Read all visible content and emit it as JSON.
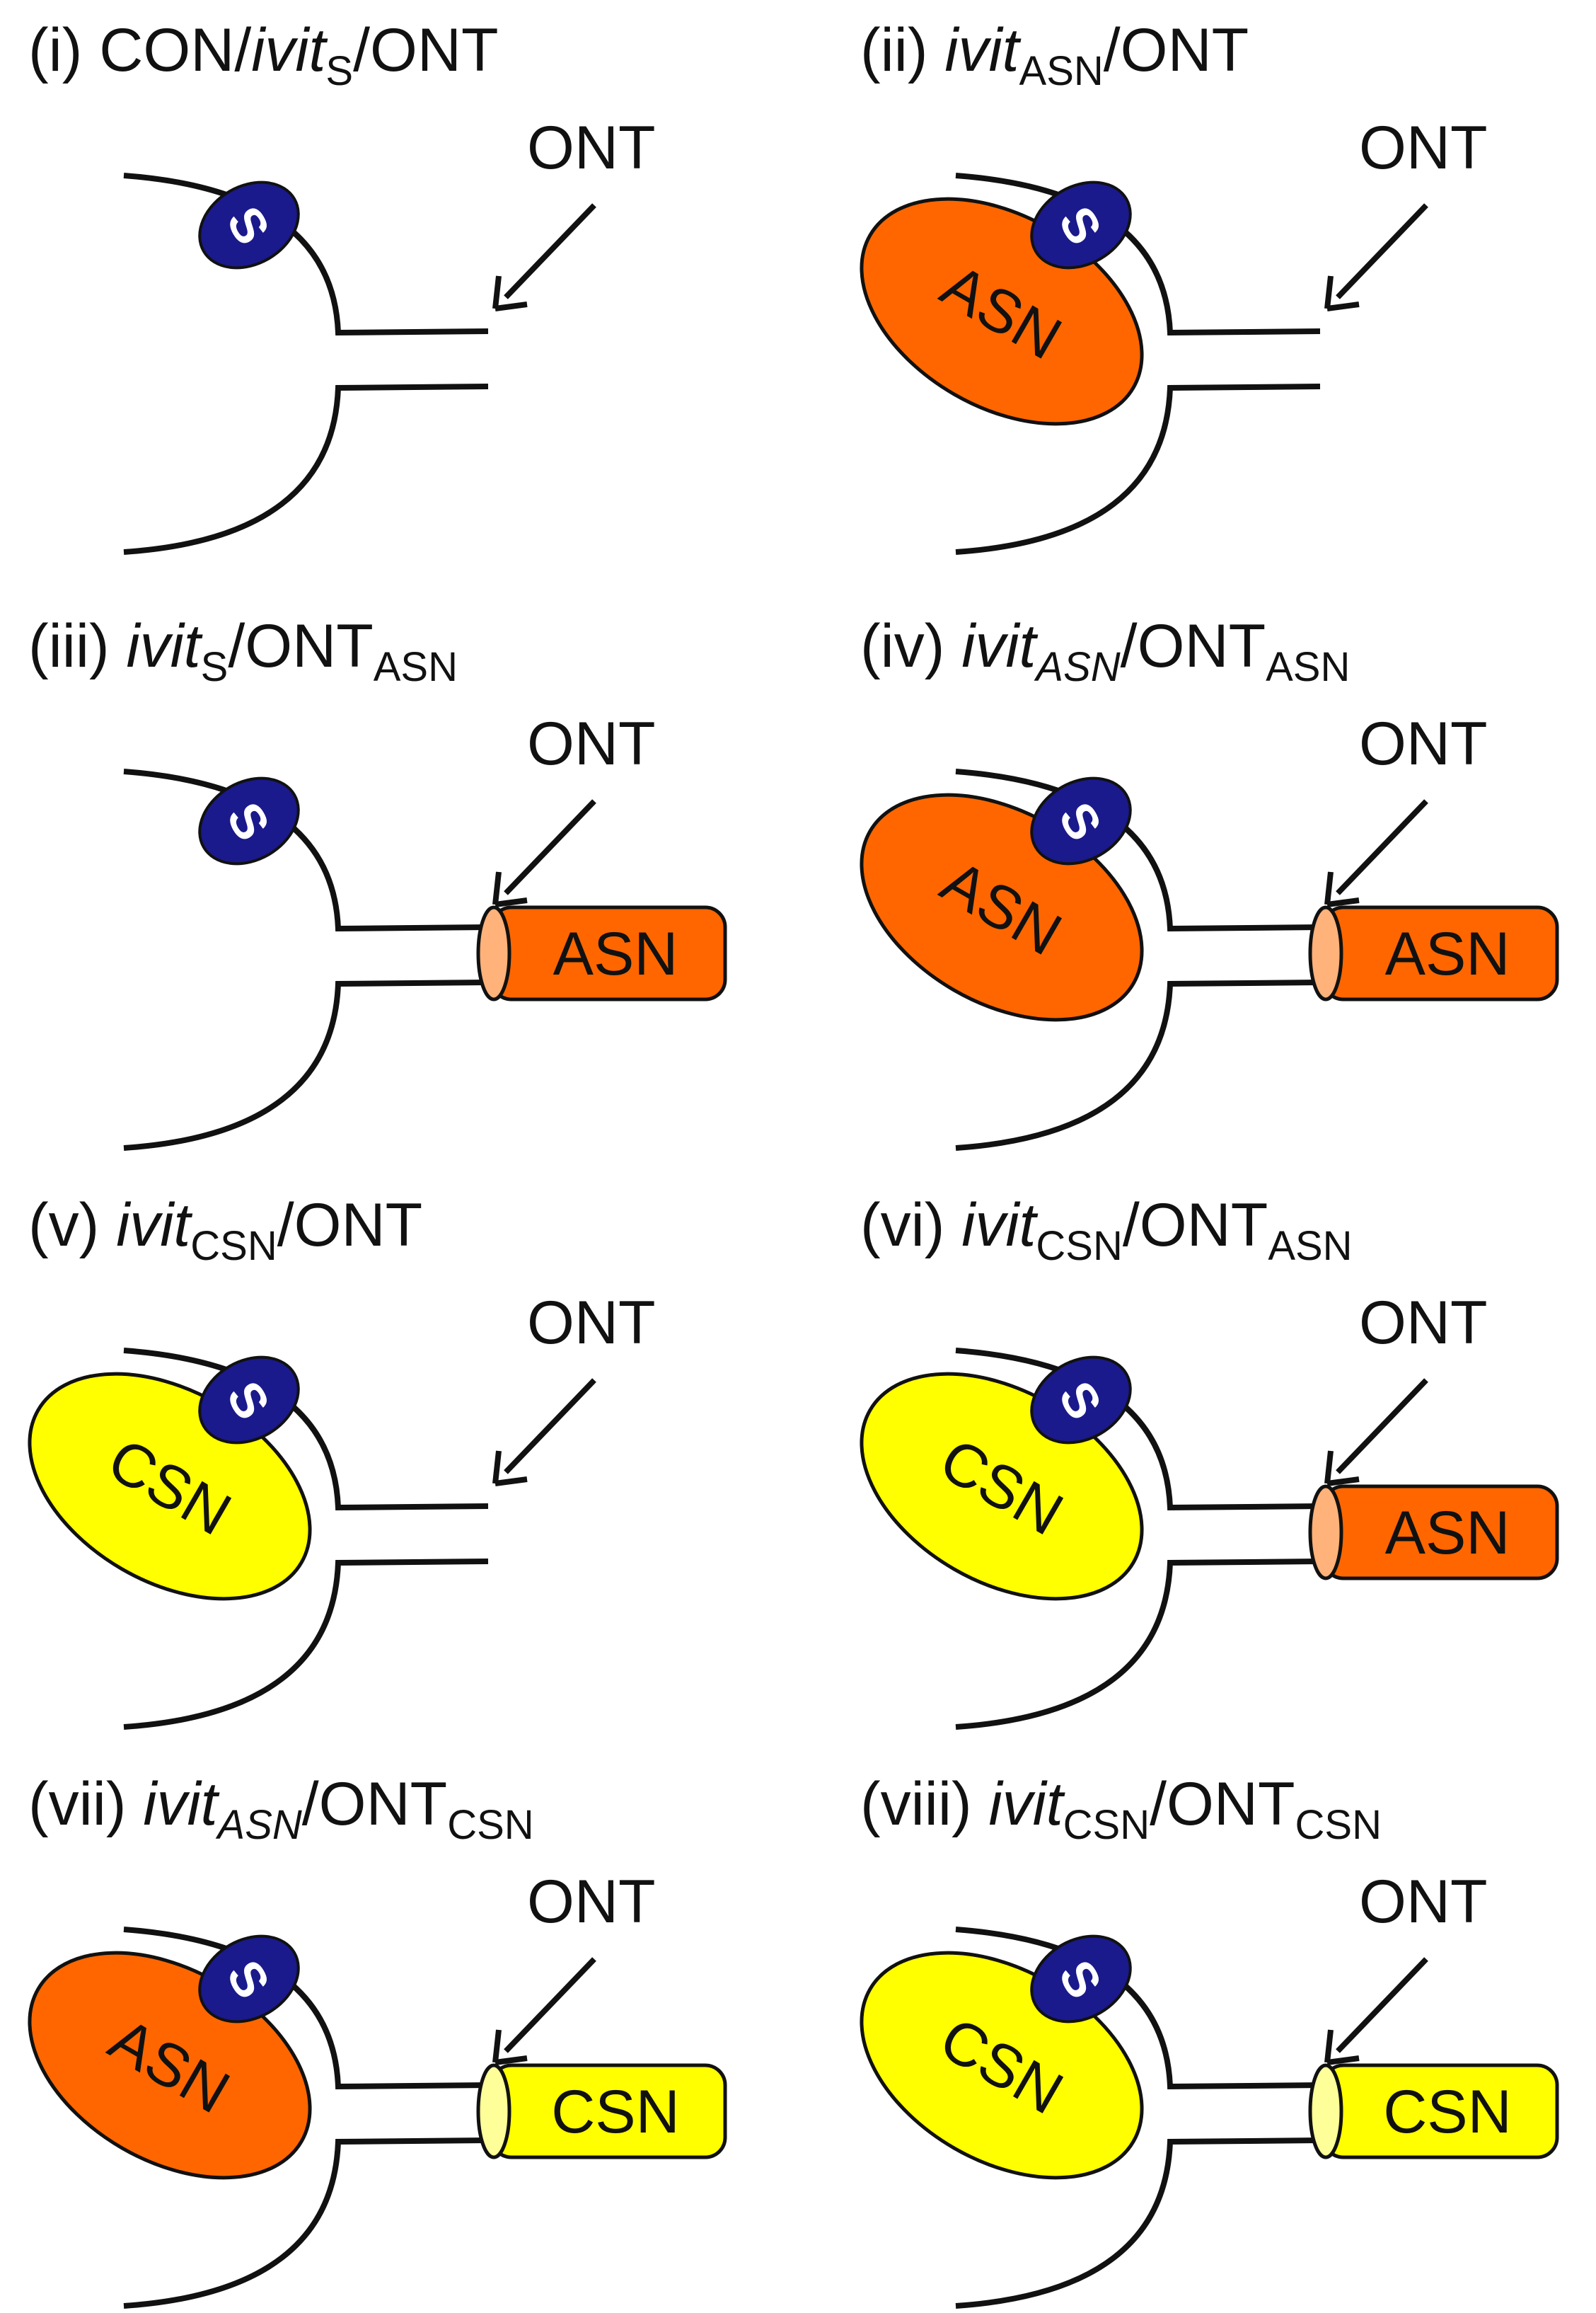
{
  "colors": {
    "orange": "#FF6600",
    "orange_light": "#FFB27A",
    "yellow": "#FFFF00",
    "yellow_light": "#FFFF99",
    "navy": "#1A1A8C",
    "outline": "#111111"
  },
  "arrow_label": "ONT",
  "s_label": "S",
  "panels": [
    {
      "id": "i",
      "numeral": "(i)",
      "prefix": "CON/",
      "italic": "ivit",
      "italic_sub": "",
      "sub": "S",
      "suffix": "/ONT",
      "suffix_sub": "",
      "cell": null,
      "tube": null
    },
    {
      "id": "ii",
      "numeral": "(ii)",
      "prefix": "",
      "italic": "ivit",
      "italic_sub": "",
      "sub": "ASN",
      "suffix": "/ONT",
      "suffix_sub": "",
      "cell": "ASN",
      "tube": null
    },
    {
      "id": "iii",
      "numeral": "(iii)",
      "prefix": "",
      "italic": "ivit",
      "italic_sub": "",
      "sub": "S",
      "suffix": "/ONT",
      "suffix_sub": "ASN",
      "cell": null,
      "tube": "ASN"
    },
    {
      "id": "iv",
      "numeral": "(iv)",
      "prefix": "",
      "italic": "ivit",
      "italic_sub": "ASN",
      "sub": "",
      "suffix": "/ONT",
      "suffix_sub": "ASN",
      "cell": "ASN",
      "tube": "ASN"
    },
    {
      "id": "v",
      "numeral": "(v)",
      "prefix": "",
      "italic": "ivit",
      "italic_sub": "",
      "sub": "CSN",
      "suffix": "/ONT",
      "suffix_sub": "",
      "cell": "CSN",
      "tube": null
    },
    {
      "id": "vi",
      "numeral": "(vi)",
      "prefix": "",
      "italic": "ivit",
      "italic_sub": "",
      "sub": "CSN",
      "suffix": "/ONT",
      "suffix_sub": "ASN",
      "cell": "CSN",
      "tube": "ASN"
    },
    {
      "id": "vii",
      "numeral": "(vii)",
      "prefix": "",
      "italic": "ivit",
      "italic_sub": "ASN",
      "sub": "",
      "suffix": "/ONT",
      "suffix_sub": "CSN",
      "cell": "ASN",
      "tube": "CSN"
    },
    {
      "id": "viii",
      "numeral": "(viii)",
      "prefix": "",
      "italic": "ivit",
      "italic_sub": "",
      "sub": "CSN",
      "suffix": "/ONT",
      "suffix_sub": "CSN",
      "cell": "CSN",
      "tube": "CSN"
    }
  ]
}
